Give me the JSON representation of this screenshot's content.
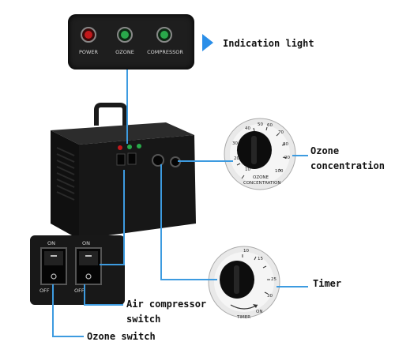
{
  "indicator_panel": {
    "power_label": "POWER",
    "ozone_label": "OZONE",
    "compressor_label": "COMPRESSOR",
    "power_color": "#c2181b",
    "ozone_color": "#29a94a",
    "compressor_color": "#29a94a"
  },
  "callouts": {
    "indication_light": "Indication light",
    "ozone_concentration_line1": "Ozone",
    "ozone_concentration_line2": "concentration",
    "timer": "Timer",
    "air_compressor_line1": "Air compressor",
    "air_compressor_line2": "switch",
    "ozone_switch": "Ozone switch"
  },
  "ozone_dial": {
    "label_line1": "OZONE",
    "label_line2": "CONCENTRATION",
    "ticks": [
      "10",
      "20",
      "30",
      "40",
      "50",
      "60",
      "70",
      "80",
      "90",
      "100"
    ]
  },
  "timer_dial": {
    "label": "TIMER",
    "on_label": "ON",
    "ticks": [
      "10",
      "15",
      "25",
      "30"
    ]
  },
  "switches": {
    "on_left": "ON",
    "off_left": "OFF",
    "on_right": "ON",
    "off_right": "OFF"
  },
  "colors": {
    "accent_blue": "#2a8ee8",
    "device_black": "#141414"
  }
}
